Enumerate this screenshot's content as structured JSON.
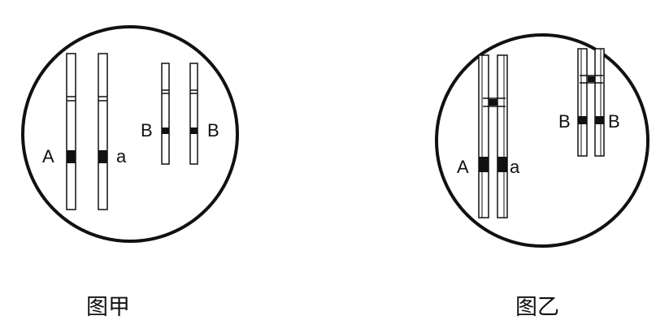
{
  "panels": [
    {
      "caption": "图甲",
      "labels": {
        "A": "A",
        "a": "a",
        "B_left": "B",
        "B_right": "B"
      }
    },
    {
      "caption": "图乙",
      "labels": {
        "A": "A",
        "a": "a",
        "B_left": "B",
        "B_right": "B"
      }
    }
  ],
  "colors": {
    "stroke": "#111111",
    "background": "#ffffff"
  }
}
